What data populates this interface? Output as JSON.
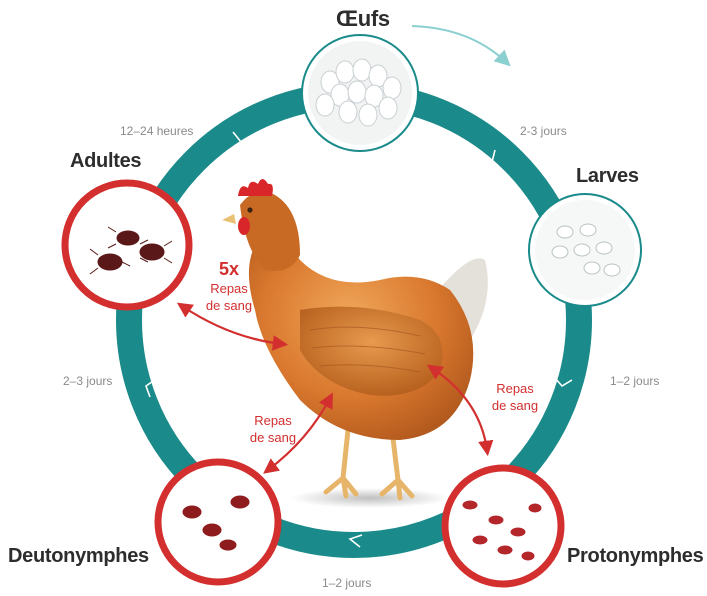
{
  "stages": {
    "eggs": "Œufs",
    "larvae": "Larves",
    "protonymphs": "Protonymphes",
    "deutonymphs": "Deutonymphes",
    "adults": "Adultes"
  },
  "durations": {
    "eggs_to_larvae": "2-3 jours",
    "larvae_to_protonymphs": "1–2 jours",
    "protonymphs_to_deutonymphs": "1–2 jours",
    "deutonymphs_to_adults": "2–3 jours",
    "adults_to_eggs": "12–24 heures"
  },
  "blood_meals": {
    "adults": {
      "multiplier": "5x",
      "line1": "Repas",
      "line2": "de sang"
    },
    "deutonymphs": {
      "line1": "Repas",
      "line2": "de sang"
    },
    "protonymphs": {
      "line1": "Repas",
      "line2": "de sang"
    }
  },
  "colors": {
    "ring": "#1a8a8a",
    "feeding_ring": "#d32f2f",
    "arrow": "#d32f2f",
    "hen": "#d9782e",
    "comb": "#d8262a",
    "label": "#2d2d2d",
    "duration_text": "#8a8a8a"
  }
}
